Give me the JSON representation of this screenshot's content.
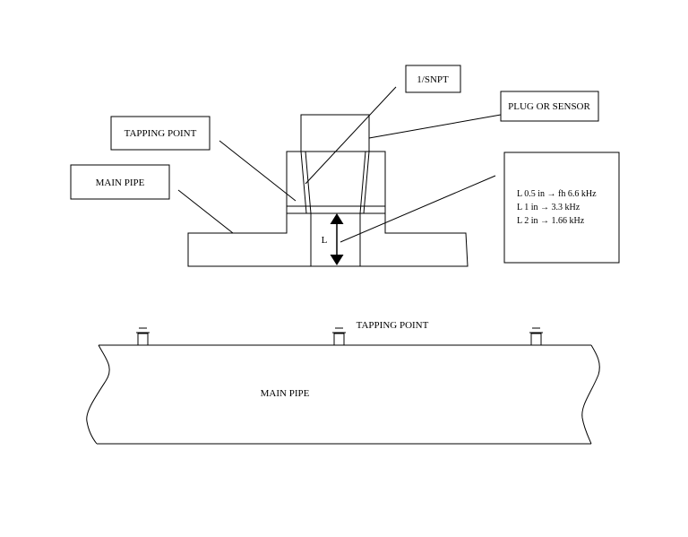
{
  "top_diagram": {
    "label_1snpt": "1/SNPT",
    "label_plug": "PLUG OR SENSOR",
    "label_tapping": "TAPPING POINT",
    "label_mainpipe": "MAIN PIPE",
    "dimension_label": "L",
    "freq_lines": [
      "L 0.5 in → fh 6.6 kHz",
      "L 1 in → 3.3 kHz",
      "L 2 in → 1.66 kHz"
    ]
  },
  "bottom_diagram": {
    "label_tapping": "TAPPING POINT",
    "label_mainpipe": "MAIN PIPE"
  }
}
